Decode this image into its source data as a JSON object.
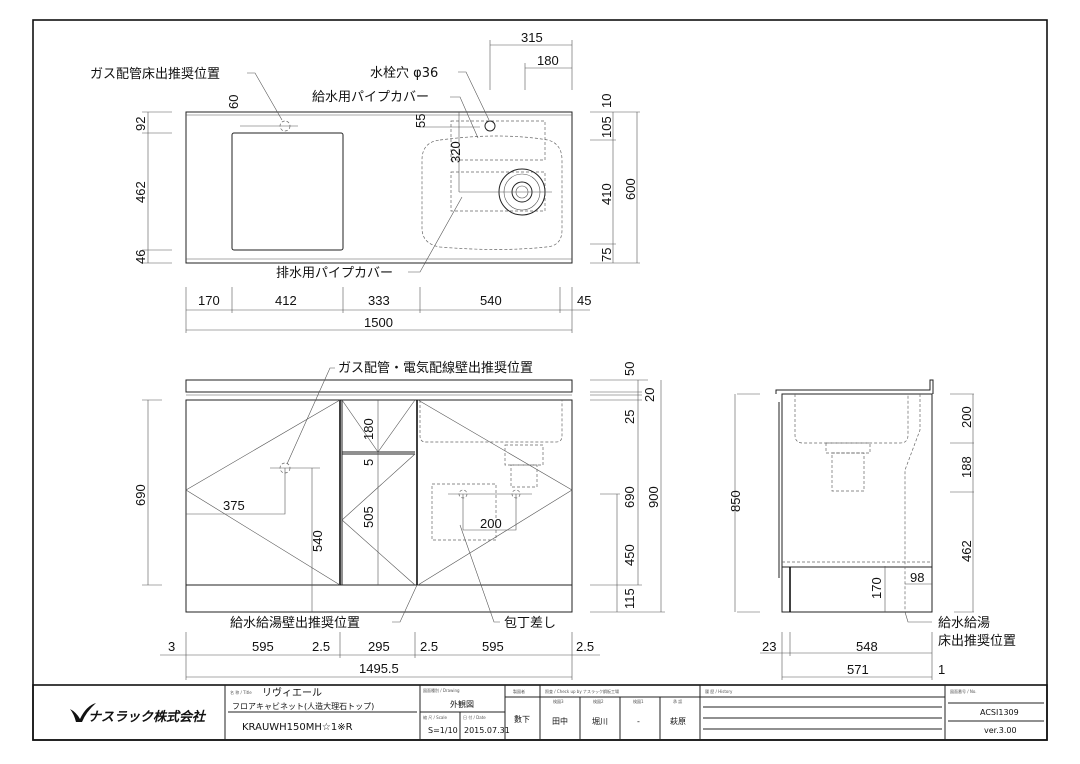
{
  "top_view": {
    "labels": {
      "gas_floor": "ガス配管床出推奨位置",
      "faucet_hole": "水栓穴 φ36",
      "supply_cover": "給水用パイプカバー",
      "drain_cover": "排水用パイプカバー"
    },
    "dims": {
      "d315": "315",
      "d180": "180",
      "d60": "60",
      "d55": "55",
      "d320": "320",
      "d92": "92",
      "d462": "462",
      "d46": "46",
      "d10": "10",
      "d105": "105",
      "d410": "410",
      "d75": "75",
      "d600": "600",
      "d170": "170",
      "d412": "412",
      "d333": "333",
      "d540": "540",
      "d45": "45",
      "d1500": "1500"
    }
  },
  "front_view": {
    "labels": {
      "gas_wall": "ガス配管・電気配線壁出推奨位置",
      "water_wall": "給水給湯壁出推奨位置",
      "knife": "包丁差し"
    },
    "dims": {
      "d690l": "690",
      "d375": "375",
      "d540": "540",
      "d180": "180",
      "d5": "5",
      "d505": "505",
      "d200": "200",
      "d50": "50",
      "d20": "20",
      "d25": "25",
      "d690r": "690",
      "d900": "900",
      "d450": "450",
      "d115": "115",
      "d3": "3",
      "d595a": "595",
      "d25a": "2.5",
      "d295": "295",
      "d25b": "2.5",
      "d595b": "595",
      "d25c": "2.5",
      "d14955": "1495.5"
    }
  },
  "side_view": {
    "labels": {
      "water_floor_1": "給水給湯",
      "water_floor_2": "床出推奨位置"
    },
    "dims": {
      "d850": "850",
      "d200": "200",
      "d188": "188",
      "d462": "462",
      "d170": "170",
      "d98": "98",
      "d23": "23",
      "d548": "548",
      "d571": "571",
      "d1": "1"
    }
  },
  "title_block": {
    "company": "ナスラック株式会社",
    "title_label": "名 称 / Title",
    "title": "リヴィエール",
    "subtitle": "フロアキャビネット(人造大理石トップ)",
    "model": "KRAUWH150MH☆1※R",
    "drawing_label": "図面種別 / Drawing",
    "drawing": "外観図",
    "scale_label": "縮 尺 / Scale",
    "scale": "S=1/10",
    "date_label": "日 付 / Date",
    "date": "2015.07.31",
    "drafter_label": "製図者",
    "drafter": "數下",
    "check_label": "照査 / Check up by ナスラック鋼板工場",
    "checkers": [
      {
        "role": "検図3",
        "name": "田中"
      },
      {
        "role": "検図2",
        "name": "堀川"
      },
      {
        "role": "検図1",
        "name": "-"
      },
      {
        "role": "承 認",
        "name": "萩原"
      }
    ],
    "history_label": "履 歴 / History",
    "no_label": "図面番号 / No.",
    "number": "ACSI1309",
    "version": "ver.3.00"
  }
}
